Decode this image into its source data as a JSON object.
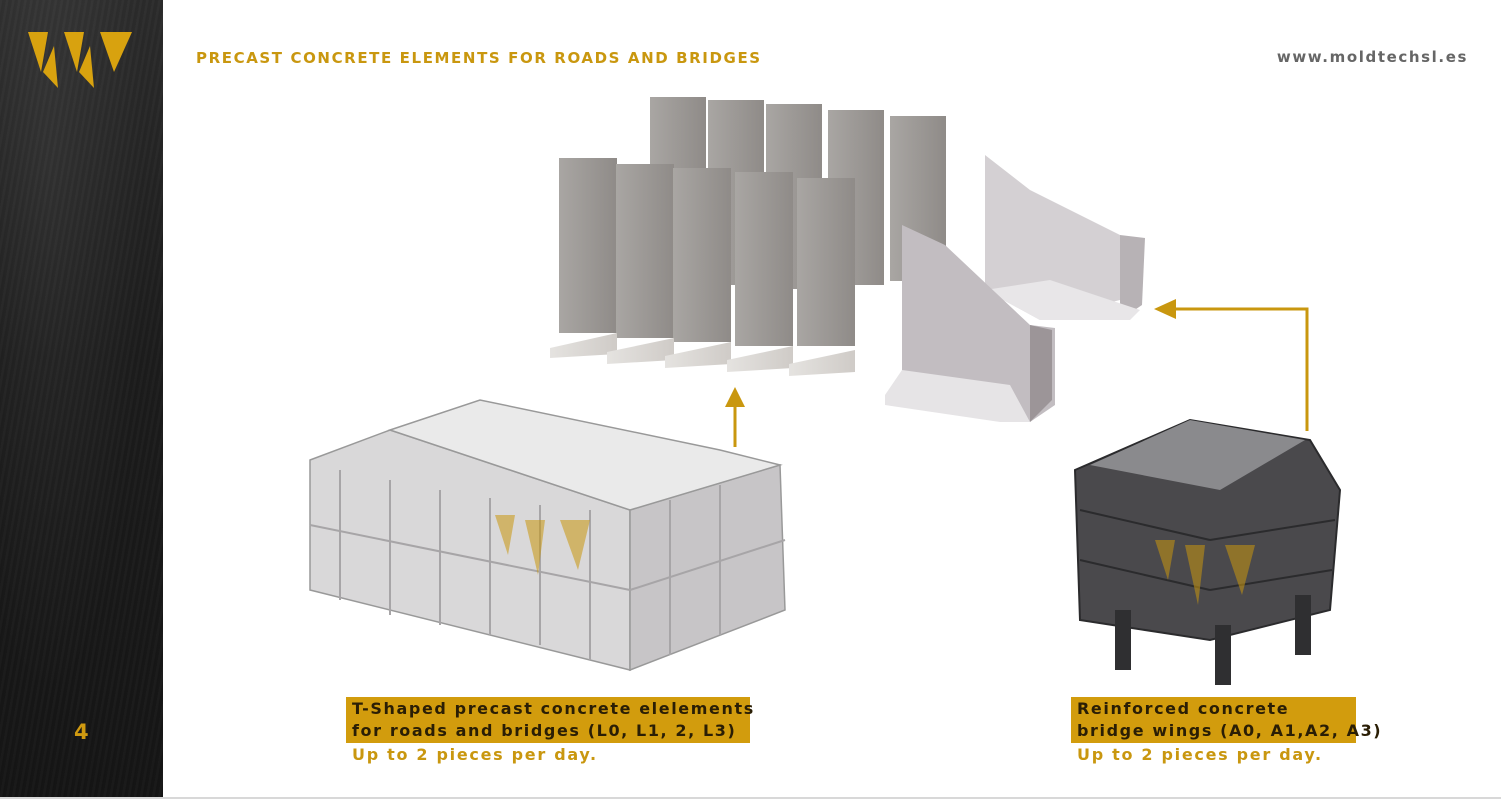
{
  "header": {
    "title": "PRECAST CONCRETE ELEMENTS FOR ROADS AND BRIDGES",
    "url": "www.moldtechsl.es"
  },
  "sidebar": {
    "page_number": "4"
  },
  "captions": {
    "left": {
      "line1": "T-Shaped precast concrete elelements",
      "line2": "for roads and bridges  (L0, L1, 2, L3)",
      "subtitle": "Up to 2 pieces per day."
    },
    "right": {
      "line1": "Reinforced concrete",
      "line2": "bridge wings (A0, A1,A2, A3)",
      "subtitle": "Up to 2 pieces per day."
    }
  },
  "colors": {
    "accent": "#c9970f",
    "sidebar": "#1c1c1c",
    "arrow": "#c9970f"
  },
  "icons": [
    "moldtech-logo-icon",
    "arrow-up-icon",
    "arrow-elbow-icon"
  ]
}
